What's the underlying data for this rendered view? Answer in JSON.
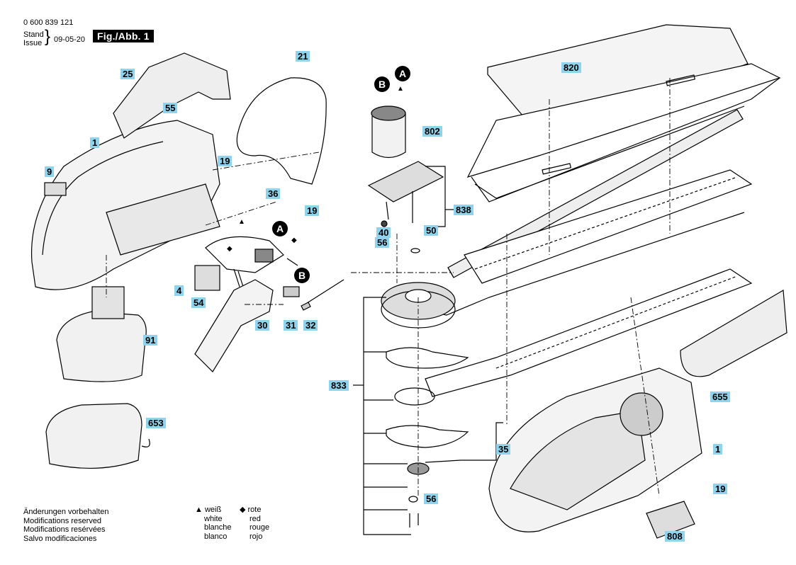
{
  "header": {
    "part_number": "0 600 839 121",
    "stand_label": "Stand",
    "issue_label": "Issue",
    "date": "09-05-20",
    "figure_label": "Fig./Abb. 1"
  },
  "notes": [
    "Änderungen vorbehalten",
    "Modifications reserved",
    "Modifications resérvées",
    "Salvo modificaciones"
  ],
  "legend": {
    "triangle": [
      "weiß",
      "white",
      "blanche",
      "blanco"
    ],
    "diamond": [
      "rote",
      "red",
      "rouge",
      "rojo"
    ]
  },
  "markers": {
    "a": "A",
    "b": "B"
  },
  "callouts": {
    "c25": "25",
    "c55": "55",
    "c21": "21",
    "c1_top": "1",
    "c9": "9",
    "c19_a": "19",
    "c19_b": "19",
    "c36": "36",
    "c4": "4",
    "c54": "54",
    "c30": "30",
    "c31": "31",
    "c32": "32",
    "c91": "91",
    "c653": "653",
    "c820": "820",
    "c802": "802",
    "c838": "838",
    "c40": "40",
    "c50": "50",
    "c56_a": "56",
    "c833": "833",
    "c35": "35",
    "c56_b": "56",
    "c1_bottom": "1",
    "c19_c": "19",
    "c655": "655",
    "c808": "808"
  },
  "colors": {
    "callout_bg": "#8fd3ec",
    "ink": "#000000",
    "paper": "#ffffff"
  }
}
